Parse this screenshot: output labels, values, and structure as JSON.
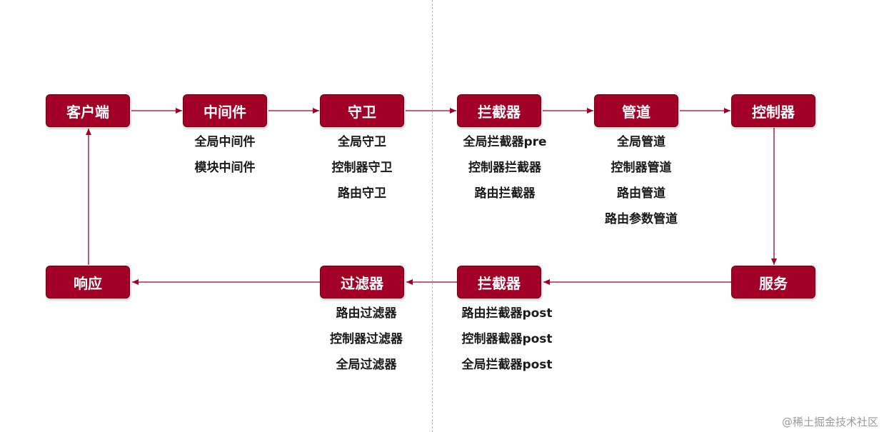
{
  "colors": {
    "node_fill": "#a20026",
    "arrow": "#a20026"
  },
  "nodes": {
    "client": "客户端",
    "middleware": "中间件",
    "guard": "守卫",
    "interceptor_pre": "拦截器",
    "pipe": "管道",
    "controller": "控制器",
    "response": "响应",
    "filter": "过滤器",
    "interceptor_post": "拦截器",
    "service": "服务"
  },
  "sublabels": {
    "middleware": [
      "全局中间件",
      "模块中间件"
    ],
    "guard": [
      "全局守卫",
      "控制器守卫",
      "路由守卫"
    ],
    "interceptor_pre": [
      "全局拦截器pre",
      "控制器拦截器",
      "路由拦截器"
    ],
    "pipe": [
      "全局管道",
      "控制器管道",
      "路由管道",
      "路由参数管道"
    ],
    "filter": [
      "路由过滤器",
      "控制器过滤器",
      "全局过滤器"
    ],
    "interceptor_post": [
      "路由拦截器post",
      "控制器截器post",
      "全局拦截器post"
    ]
  },
  "watermark": "@稀土掘金技术社区"
}
